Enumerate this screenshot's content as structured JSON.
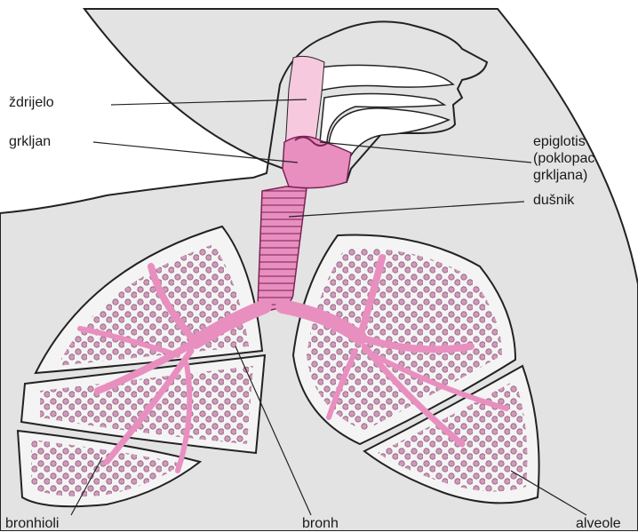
{
  "labels": {
    "pharynx": "ždrijelo",
    "larynx": "grkljan",
    "epiglottis_line1": "epiglotis",
    "epiglottis_line2": "(poklopac",
    "epiglottis_line3": "grkljana)",
    "trachea": "dušnik",
    "bronchioles": "bronhioli",
    "bronchus": "bronh",
    "alveoli": "alveole"
  },
  "colors": {
    "skin": "#e3e3e3",
    "outline": "#222222",
    "airway_pink": "#e98fc0",
    "airway_light": "#f6c9de",
    "alveoli_fill": "#c98ab0",
    "lung_fill": "#f4f4f4"
  }
}
